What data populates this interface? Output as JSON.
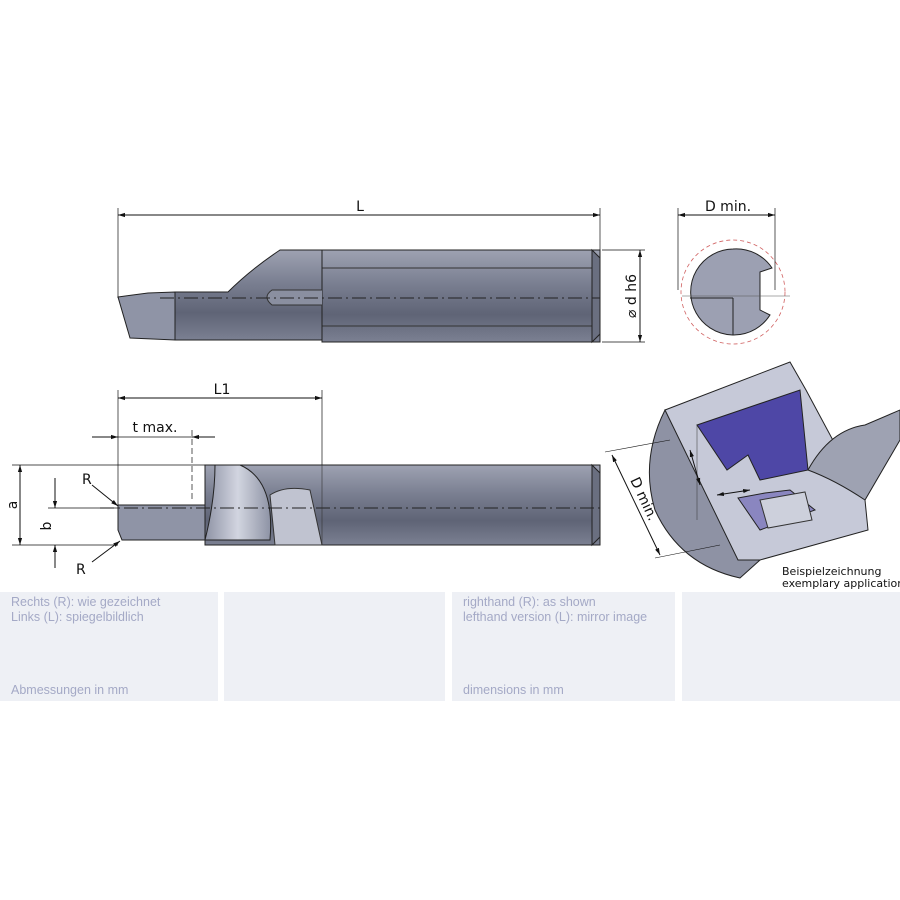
{
  "drawing": {
    "dim_L": "L",
    "dim_D_min_top": "D min.",
    "dim_d_h6": "⌀ d h6",
    "dim_L1": "L1",
    "dim_t_max": "t max.",
    "dim_a": "a",
    "dim_b": "b",
    "dim_R": "R",
    "dim_D_min_iso": "D min.",
    "caption_de": "Beispielzeichnung",
    "caption_en": "exemplary application"
  },
  "panels": {
    "de": {
      "line1": "Rechts (R): wie gezeichnet",
      "line2": "Links (L): spiegelbildlich",
      "units": "Abmessungen in mm"
    },
    "en": {
      "line1": "righthand (R): as shown",
      "line2": "lefthand version (L): mirror image",
      "units": "dimensions in mm"
    }
  },
  "colors": {
    "tool": "#6e7385",
    "tool_light": "#9ca0b0",
    "section": "#b8bcd0",
    "cut": "#4a44a0",
    "panel": "#eef0f5",
    "panel_text": "#a4a9c6"
  }
}
